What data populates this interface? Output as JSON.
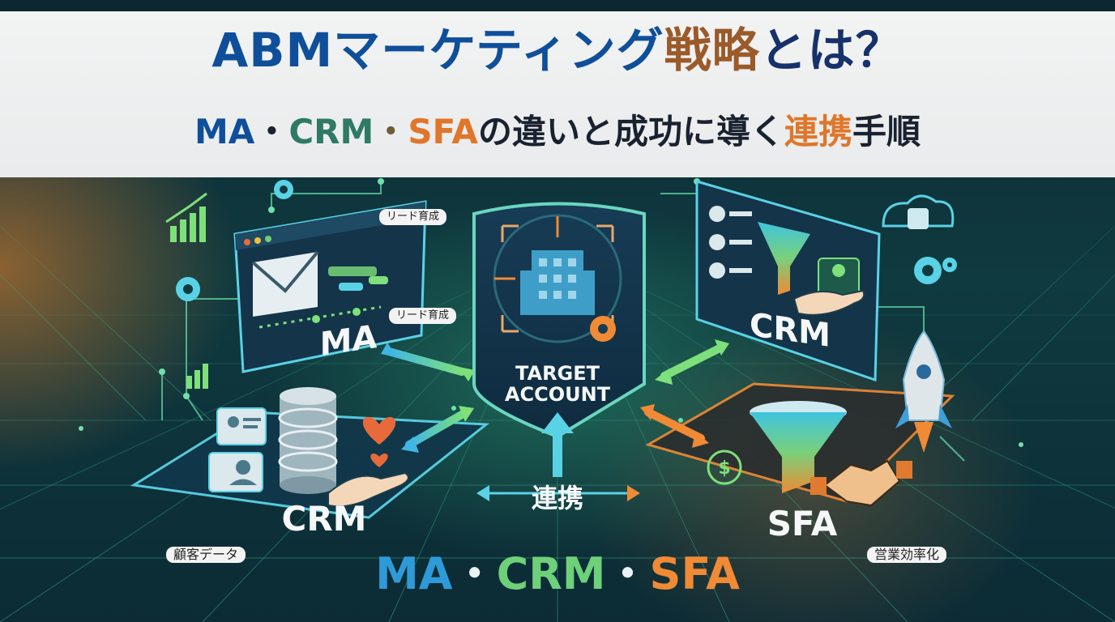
{
  "title": {
    "line1_a": "ABMマーケティング",
    "line1_b": "戦略",
    "line1_c": "とは？",
    "line2_ma": "MA",
    "line2_dot1": "・",
    "line2_crm": "CRM",
    "line2_dot2": "・",
    "line2_sfa": "SFA",
    "line2_mid": "の違いと成功に導く",
    "line2_link": "連携",
    "line2_end": "手順"
  },
  "center": {
    "target_line1": "TARGET",
    "target_line2": "ACCOUNT",
    "link_label": "連携"
  },
  "modules": {
    "ma_label": "MA",
    "crm_top_label": "CRM",
    "crm_bottom_label": "CRM",
    "sfa_label": "SFA"
  },
  "tags": {
    "lead1": "リード育成",
    "lead2": "リード育成",
    "customer_data": "顧客データ",
    "sales_efficiency": "営業効率化"
  },
  "bottom_text": {
    "ma": "MA",
    "dot1": "・",
    "crm": "CRM",
    "dot2": "・",
    "sfa": "SFA"
  },
  "colors": {
    "ma_blue": "#2f9ad8",
    "crm_green": "#6fd07a",
    "sfa_orange": "#f08a35"
  },
  "icons": [
    "email-icon",
    "building-icon",
    "gear-icon",
    "database-icon",
    "heart-icon",
    "funnel-icon",
    "handshake-icon",
    "rocket-icon",
    "dollar-icon",
    "cloud-database-icon",
    "bar-chart-icon",
    "user-card-icon"
  ]
}
